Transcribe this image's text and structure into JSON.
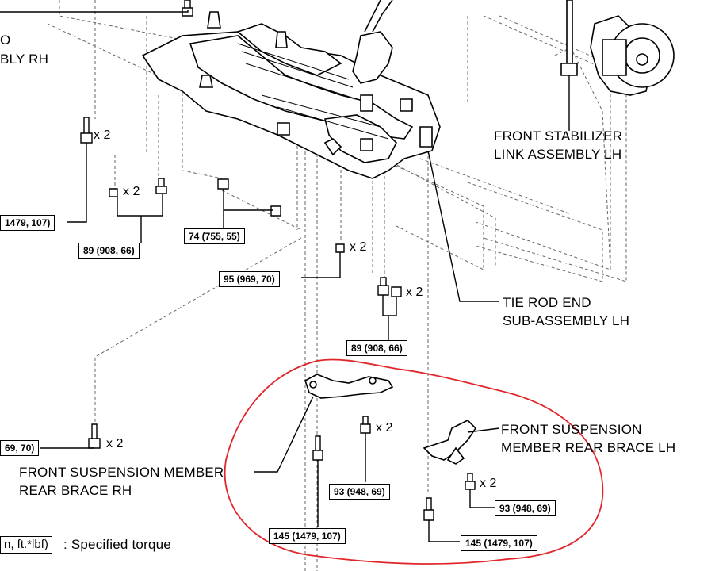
{
  "labels": {
    "front_stabilizer_link_line1": "FRONT STABILIZER",
    "front_stabilizer_link_line2": "LINK ASSEMBLY LH",
    "tie_rod_end_line1": "TIE ROD END",
    "tie_rod_end_line2": "SUB-ASSEMBLY LH",
    "rear_brace_lh_line1": "FRONT SUSPENSION",
    "rear_brace_lh_line2": "MEMBER REAR BRACE LH",
    "rear_brace_rh_line1": "FRONT SUSPENSION MEMBER",
    "rear_brace_rh_line2": "REAR BRACE RH",
    "partial_rh_line1": "O",
    "partial_rh_line2": "BLY RH",
    "legend_box": "n, ft.*lbf)",
    "legend_text": ": Specified torque"
  },
  "torque_boxes": {
    "t_145_top_left": "1479, 107)",
    "t_89_left": "89 (908, 66)",
    "t_74": "74 (755, 55)",
    "t_95_mid": "95 (969, 70)",
    "t_89_right": "89 (908, 66)",
    "t_95_left": "69, 70)",
    "t_93_mid": "93 (948, 69)",
    "t_93_right": "93 (948, 69)",
    "t_145_bottom_mid": "145 (1479, 107)",
    "t_145_bottom_right": "145 (1479, 107)"
  },
  "multipliers": {
    "bolt_a": "x 2",
    "nut_b": "x 2",
    "bolt_c": "x 2",
    "nut_d": "x 2",
    "bolt_e": "x 2",
    "bolt_f": "x 2",
    "bolt_g": "x 2"
  },
  "colors": {
    "highlight_circle": "#e0262b",
    "line": "#000000",
    "dash": "#555555"
  }
}
